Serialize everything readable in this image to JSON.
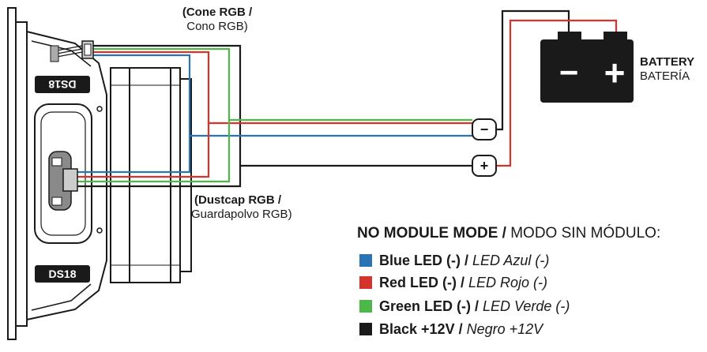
{
  "cone_label": {
    "title": "(Cone RGB /",
    "subtitle": "Cono RGB)"
  },
  "dustcap_label": {
    "title": "(Dustcap RGB /",
    "subtitle": "Guardapolvo RGB)"
  },
  "battery_label": {
    "title": "BATTERY",
    "subtitle": "BATERÍA"
  },
  "battery_terminals": {
    "negative": "−",
    "positive": "+"
  },
  "connectors": {
    "negative": "−",
    "positive": "+"
  },
  "speaker_logo": {
    "top": "DS18",
    "bottom": "DS18"
  },
  "legend": {
    "title_bold": "NO MODULE MODE /",
    "title_rest": "MODO SIN MÓDULO:",
    "items": [
      {
        "label": "Blue LED (-) /",
        "translation": "LED Azul (-)",
        "color": "#2a74b3"
      },
      {
        "label": "Red LED (-) /",
        "translation": "LED Rojo (-)",
        "color": "#d6332b"
      },
      {
        "label": "Green LED (-) /",
        "translation": "LED Verde (-)",
        "color": "#4cb847"
      },
      {
        "label": "Black +12V /",
        "translation": "Negro +12V",
        "color": "#1a1a1a"
      }
    ]
  }
}
